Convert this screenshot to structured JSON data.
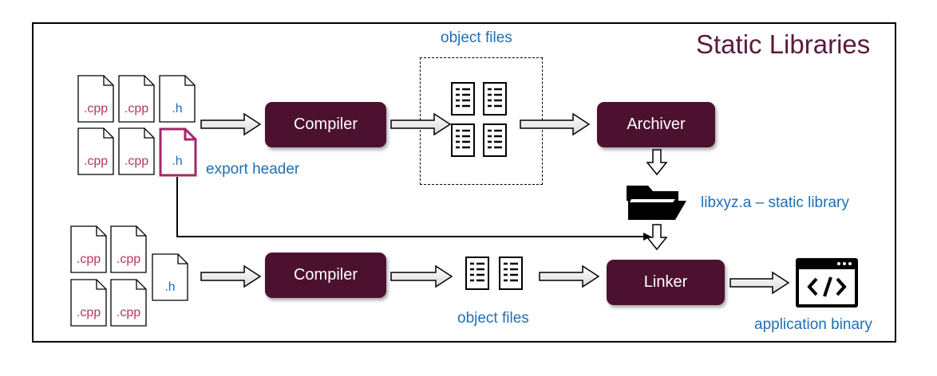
{
  "title": "Static Libraries",
  "labels": {
    "object_files_top": "object files",
    "object_files_bottom": "object files",
    "export_header": "export header",
    "static_library": "libxyz.a – static library",
    "application_binary": "application binary"
  },
  "boxes": {
    "compiler_top": "Compiler",
    "compiler_bottom": "Compiler",
    "archiver": "Archiver",
    "linker": "Linker"
  },
  "files": {
    "cpp": ".cpp",
    "h": ".h"
  },
  "colors": {
    "box": "#4d1130",
    "title": "#5a1a3c",
    "label_blue": "#1f6fb5",
    "cpp_text": "#b03a5b",
    "export_header_border": "#a3286a"
  },
  "icons": [
    "folder-icon",
    "code-window-icon",
    "object-file-icon",
    "document-icon"
  ]
}
